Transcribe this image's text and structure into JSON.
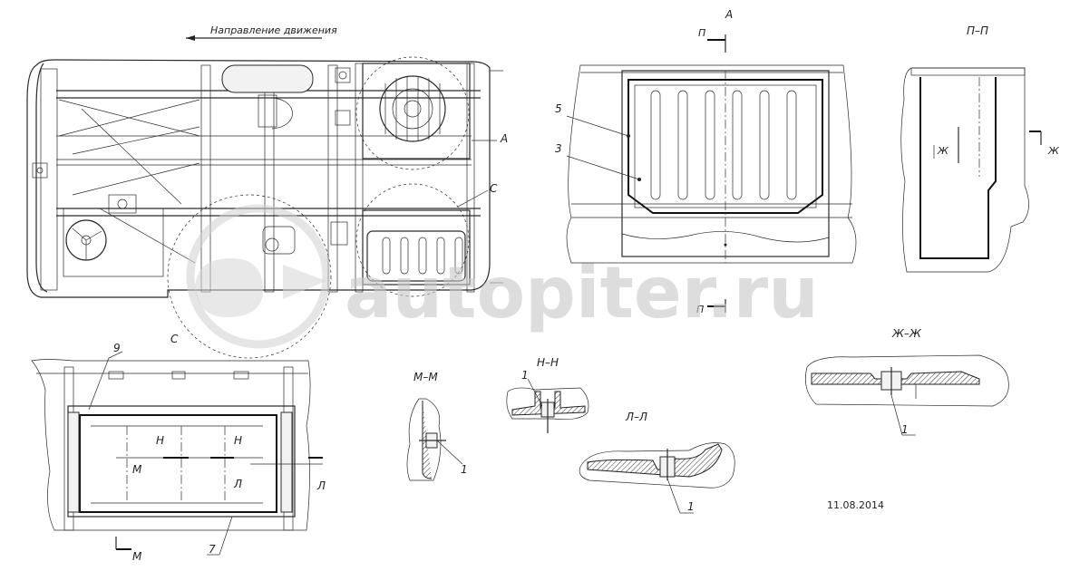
{
  "direction_label": "Направление движения",
  "watermark": "autopiter.ru",
  "date": "11.08.2014",
  "views": {
    "P_P": "П–П",
    "M_M": "М–М",
    "N_N": "Н–Н",
    "L_L": "Л–Л",
    "Zh_Zh": "Ж–Ж"
  },
  "markers": {
    "A": "А",
    "C": "С",
    "P": "П",
    "M": "М",
    "N": "Н",
    "L": "Л",
    "Zh": "Ж"
  },
  "callouts": {
    "c1": "1",
    "c3": "3",
    "c5": "5",
    "c7": "7",
    "c9": "9"
  }
}
